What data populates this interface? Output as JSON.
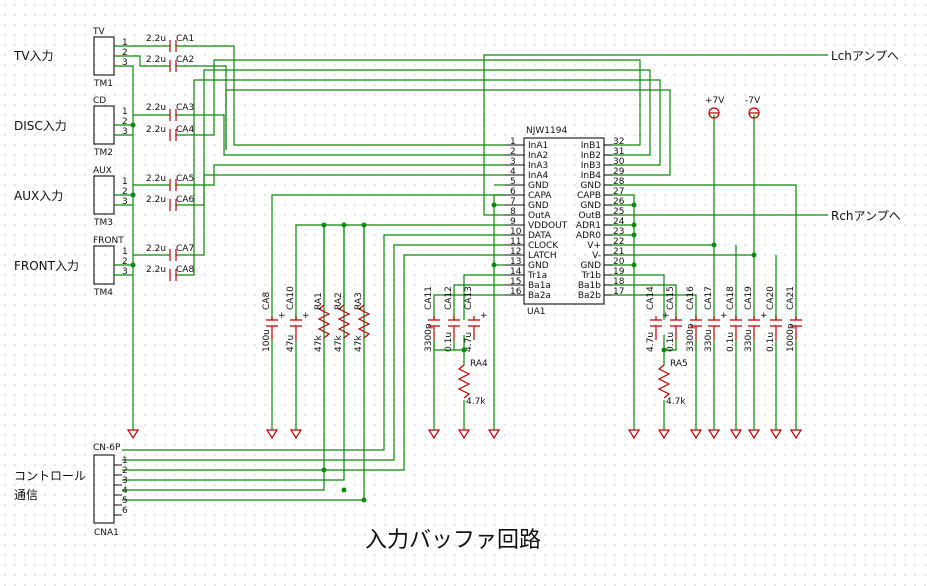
{
  "title": "入力バッファ回路",
  "ic": {
    "name": "NJW1194",
    "ref": "UA1",
    "left_pins": [
      {
        "num": "1",
        "name": "InA1"
      },
      {
        "num": "2",
        "name": "InA2"
      },
      {
        "num": "3",
        "name": "InA3"
      },
      {
        "num": "4",
        "name": "InA4"
      },
      {
        "num": "5",
        "name": "GND"
      },
      {
        "num": "6",
        "name": "CAPA"
      },
      {
        "num": "7",
        "name": "GND"
      },
      {
        "num": "8",
        "name": "OutA"
      },
      {
        "num": "9",
        "name": "VDDOUT"
      },
      {
        "num": "10",
        "name": "DATA"
      },
      {
        "num": "11",
        "name": "CLOCK"
      },
      {
        "num": "12",
        "name": "LATCH"
      },
      {
        "num": "13",
        "name": "GND"
      },
      {
        "num": "14",
        "name": "Tr1a"
      },
      {
        "num": "15",
        "name": "Ba1a"
      },
      {
        "num": "16",
        "name": "Ba2a"
      }
    ],
    "right_pins": [
      {
        "num": "32",
        "name": "InB1"
      },
      {
        "num": "31",
        "name": "InB2"
      },
      {
        "num": "30",
        "name": "InB3"
      },
      {
        "num": "29",
        "name": "InB4"
      },
      {
        "num": "28",
        "name": "GND"
      },
      {
        "num": "27",
        "name": "CAPB"
      },
      {
        "num": "26",
        "name": "GND"
      },
      {
        "num": "25",
        "name": "OutB"
      },
      {
        "num": "24",
        "name": "ADR1"
      },
      {
        "num": "23",
        "name": "ADR0"
      },
      {
        "num": "22",
        "name": "V+"
      },
      {
        "num": "21",
        "name": "V-"
      },
      {
        "num": "20",
        "name": "GND"
      },
      {
        "num": "19",
        "name": "Tr1b"
      },
      {
        "num": "18",
        "name": "Ba1b"
      },
      {
        "num": "17",
        "name": "Ba2b"
      }
    ]
  },
  "inputs": [
    {
      "connector": "TV",
      "label": "TV入力",
      "ref": "TM1",
      "pins": [
        "1",
        "2",
        "3"
      ],
      "caps": [
        {
          "ref": "CA1",
          "value": "2.2u"
        },
        {
          "ref": "CA2",
          "value": "2.2u"
        }
      ]
    },
    {
      "connector": "CD",
      "label": "DISC入力",
      "ref": "TM2",
      "pins": [
        "1",
        "2",
        "3"
      ],
      "caps": [
        {
          "ref": "CA3",
          "value": "2.2u"
        },
        {
          "ref": "CA4",
          "value": "2.2u"
        }
      ]
    },
    {
      "connector": "AUX",
      "label": "AUX入力",
      "ref": "TM3",
      "pins": [
        "1",
        "2",
        "3"
      ],
      "caps": [
        {
          "ref": "CA5",
          "value": "2.2u"
        },
        {
          "ref": "CA6",
          "value": "2.2u"
        }
      ]
    },
    {
      "connector": "FRONT",
      "label": "FRONT入力",
      "ref": "TM4",
      "pins": [
        "1",
        "2",
        "3"
      ],
      "caps": [
        {
          "ref": "CA7",
          "value": "2.2u"
        },
        {
          "ref": "CA8",
          "value": "2.2u"
        }
      ]
    }
  ],
  "outputs": {
    "lch": "Lchアンプへ",
    "rch": "Rchアンプへ"
  },
  "power": {
    "vplus": "+7V",
    "vminus": "-7V"
  },
  "control": {
    "label_line1": "コントロール",
    "label_line2": "通信",
    "connector": "CN-6P",
    "ref": "CNA1",
    "pins": [
      "1",
      "2",
      "3",
      "4",
      "5",
      "6"
    ]
  },
  "parts_left": [
    {
      "ref": "CA8",
      "value": "100u",
      "kind": "cap-pol"
    },
    {
      "ref": "CA10",
      "value": "47u",
      "kind": "cap-pol"
    },
    {
      "ref": "RA1",
      "value": "47k",
      "kind": "res"
    },
    {
      "ref": "RA2",
      "value": "47k",
      "kind": "res"
    },
    {
      "ref": "RA3",
      "value": "47k",
      "kind": "res"
    },
    {
      "ref": "CA11",
      "value": "3300p",
      "kind": "cap"
    },
    {
      "ref": "CA12",
      "value": "0.1u",
      "kind": "cap"
    },
    {
      "ref": "CA13",
      "value": "4.7u",
      "kind": "cap-pol"
    }
  ],
  "parts_right": [
    {
      "ref": "CA14",
      "value": "4.7u",
      "kind": "cap-pol"
    },
    {
      "ref": "CA15",
      "value": "0.1u",
      "kind": "cap"
    },
    {
      "ref": "CA16",
      "value": "3300p",
      "kind": "cap"
    },
    {
      "ref": "CA17",
      "value": "330u",
      "kind": "cap-pol"
    },
    {
      "ref": "CA18",
      "value": "0.1u",
      "kind": "cap"
    },
    {
      "ref": "CA19",
      "value": "330u",
      "kind": "cap-pol"
    },
    {
      "ref": "CA20",
      "value": "0.1u",
      "kind": "cap"
    },
    {
      "ref": "CA21",
      "value": "1000p",
      "kind": "cap"
    }
  ],
  "resistors_bottom": [
    {
      "ref": "RA4",
      "value": "4.7k"
    },
    {
      "ref": "RA5",
      "value": "4.7k"
    }
  ]
}
